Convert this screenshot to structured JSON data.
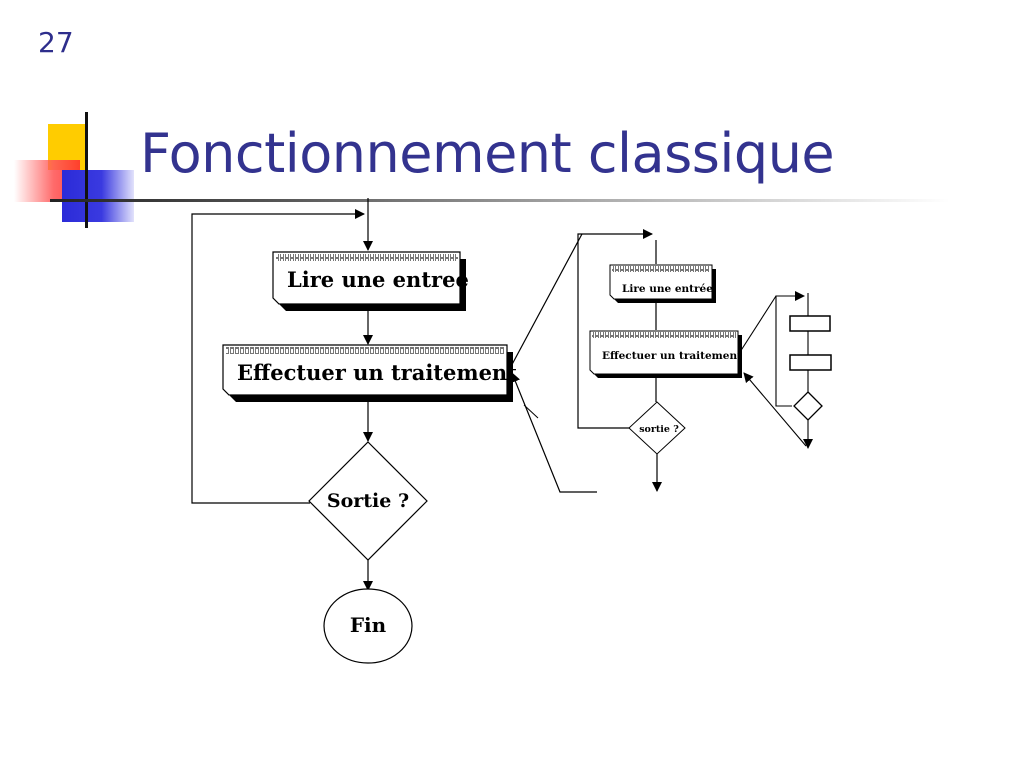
{
  "slide": {
    "number": "27",
    "title": "Fonctionnement classique"
  },
  "main_flow": {
    "read": "Lire une entree",
    "process": "Effectuer un traitement",
    "decision": "Sortie ?",
    "end": "Fin"
  },
  "mid_flow": {
    "read": "Lire une entrée",
    "process": "Effectuer un traitement",
    "decision": "sortie ?"
  },
  "colors": {
    "title": "#33338f",
    "number": "#2e2e8c"
  }
}
